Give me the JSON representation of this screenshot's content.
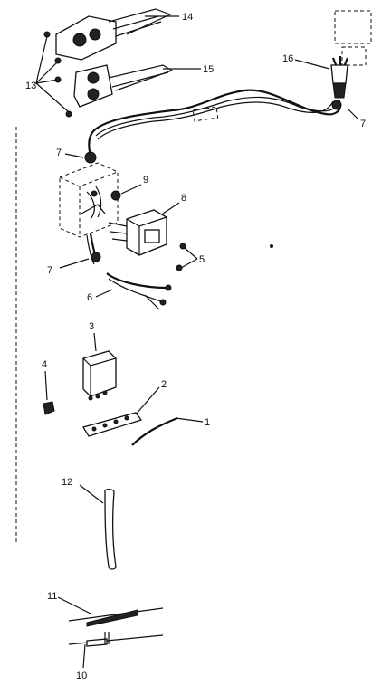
{
  "callouts": {
    "c1": "1",
    "c2": "2",
    "c3": "3",
    "c4": "4",
    "c5": "5",
    "c6": "6",
    "c7a": "7",
    "c7b": "7",
    "c7c": "7",
    "c8": "8",
    "c9": "9",
    "c10": "10",
    "c11": "11",
    "c12": "12",
    "c13": "13",
    "c14": "14",
    "c15": "15",
    "c16": "16"
  }
}
